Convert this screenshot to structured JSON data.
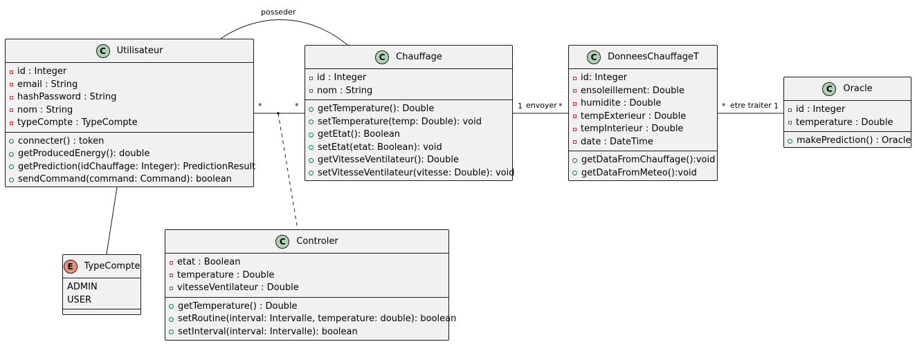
{
  "classes": {
    "utilisateur": {
      "name": "Utilisateur",
      "stereotype": "C",
      "attributes": [
        "id : Integer",
        "email : String",
        "hashPassword : String",
        "nom : String",
        "typeCompte : TypeCompte"
      ],
      "methods": [
        "connecter() : token",
        "getProducedEnergy(): double",
        "getPrediction(idChauffage: Integer): PredictionResult",
        "sendCommand(command: Command): boolean"
      ]
    },
    "chauffage": {
      "name": "Chauffage",
      "stereotype": "C",
      "attributes": [
        "id : Integer",
        "nom : String"
      ],
      "methods": [
        "getTemperature(): Double",
        "setTemperature(temp: Double): void",
        "getEtat(): Boolean",
        "setEtat(etat: Boolean): void",
        "getVitesseVentilateur(): Double",
        "setVitesseVentilateur(vitesse: Double): void"
      ]
    },
    "donnees": {
      "name": "DonneesChauffageT",
      "stereotype": "C",
      "attributes": [
        "id: Integer",
        "ensoleillement: Double",
        "humidite : Double",
        "tempExterieur : Double",
        "tempInterieur : Double",
        "date : DateTime"
      ],
      "methods": [
        "getDataFromChauffage():void",
        "getDataFromMeteo():void"
      ]
    },
    "oracle": {
      "name": "Oracle",
      "stereotype": "C",
      "attributes": [
        "id : Integer",
        "temperature : Double"
      ],
      "methods": [
        "makePrediction() : Oracle"
      ]
    },
    "typecompte": {
      "name": "TypeCompte",
      "stereotype": "E",
      "values": [
        "ADMIN",
        "USER"
      ]
    },
    "controler": {
      "name": "Controler",
      "stereotype": "C",
      "attributes": [
        "etat : Boolean",
        "temperature : Double",
        "vitesseVentilateur : Double"
      ],
      "methods": [
        "getTemperature() : Double",
        "setRoutine(interval: Intervalle, temperature: double): boolean",
        "setInterval(interval: Intervalle): boolean"
      ]
    }
  },
  "relations": {
    "posseder": {
      "label": "posseder",
      "from_mult": "*",
      "to_mult": "*"
    },
    "envoyer": {
      "label": "envoyer",
      "from_mult": "1",
      "to_mult": "*"
    },
    "etre_traiter": {
      "label": "etre traiter",
      "from_mult": "*",
      "to_mult": "1"
    }
  }
}
